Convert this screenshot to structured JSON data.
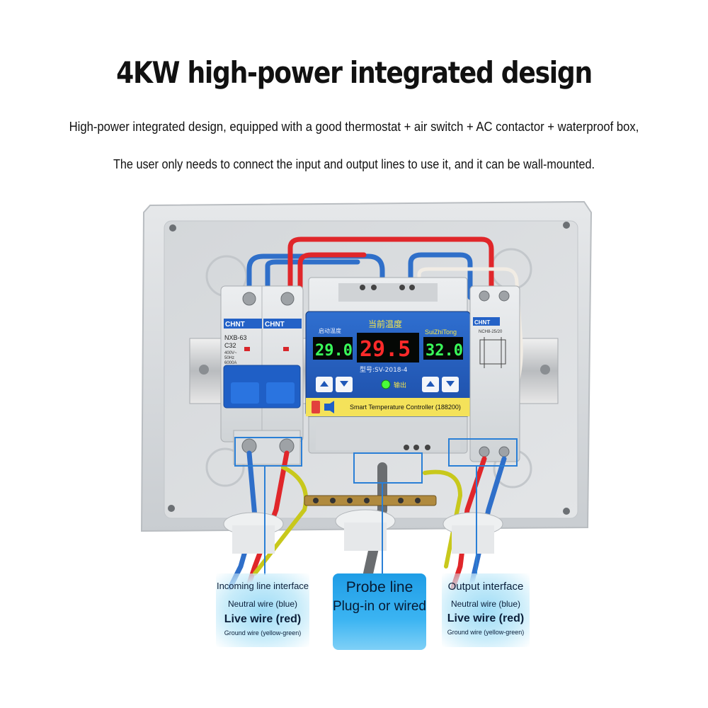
{
  "header": {
    "title": "4KW high-power integrated design",
    "line1": "High-power integrated design, equipped with a good thermostat + air switch + AC contactor + waterproof box,",
    "line2": "The user only needs to connect the input and output lines to use it, and it can be wall-mounted."
  },
  "device": {
    "breaker_brand": "CHNT",
    "breaker_model": "NXB-63",
    "breaker_rating": "C32",
    "breaker_spec1": "400V~",
    "breaker_spec2": "50Hz",
    "breaker_spec3": "6000A",
    "contactor_brand": "CHNT",
    "contactor_model": "NCH8-25/20",
    "display_header": "当前温度",
    "display_left_label": "启动温度",
    "display_right_label": "SuiZhiTong",
    "display_left_value": "29.0",
    "display_center_value": "29.5",
    "display_right_value": "32.0",
    "model_label": "型号:SV-2018-4",
    "output_label": "输出",
    "product_label": "Smart Temperature Controller (188200)"
  },
  "callouts": {
    "incoming": {
      "title": "Incoming line interface",
      "neutral": "Neutral wire (blue)",
      "live": "Live wire (red)",
      "ground": "Ground wire (yellow-green)"
    },
    "probe": {
      "line1": "Probe line",
      "line2": "Plug-in or wired"
    },
    "output": {
      "title": "Output interface",
      "neutral": "Neutral wire (blue)",
      "live": "Live wire (red)",
      "ground": "Ground wire (yellow-green)"
    }
  },
  "colors": {
    "box": "#d9dcdf",
    "display_green": "#39ff5a",
    "display_red": "#ff2a2a",
    "wire_red": "#e0262a",
    "wire_blue": "#2f6fc9",
    "callout_blue": "#1f9de6",
    "frame_blue": "#2a7fd6"
  }
}
